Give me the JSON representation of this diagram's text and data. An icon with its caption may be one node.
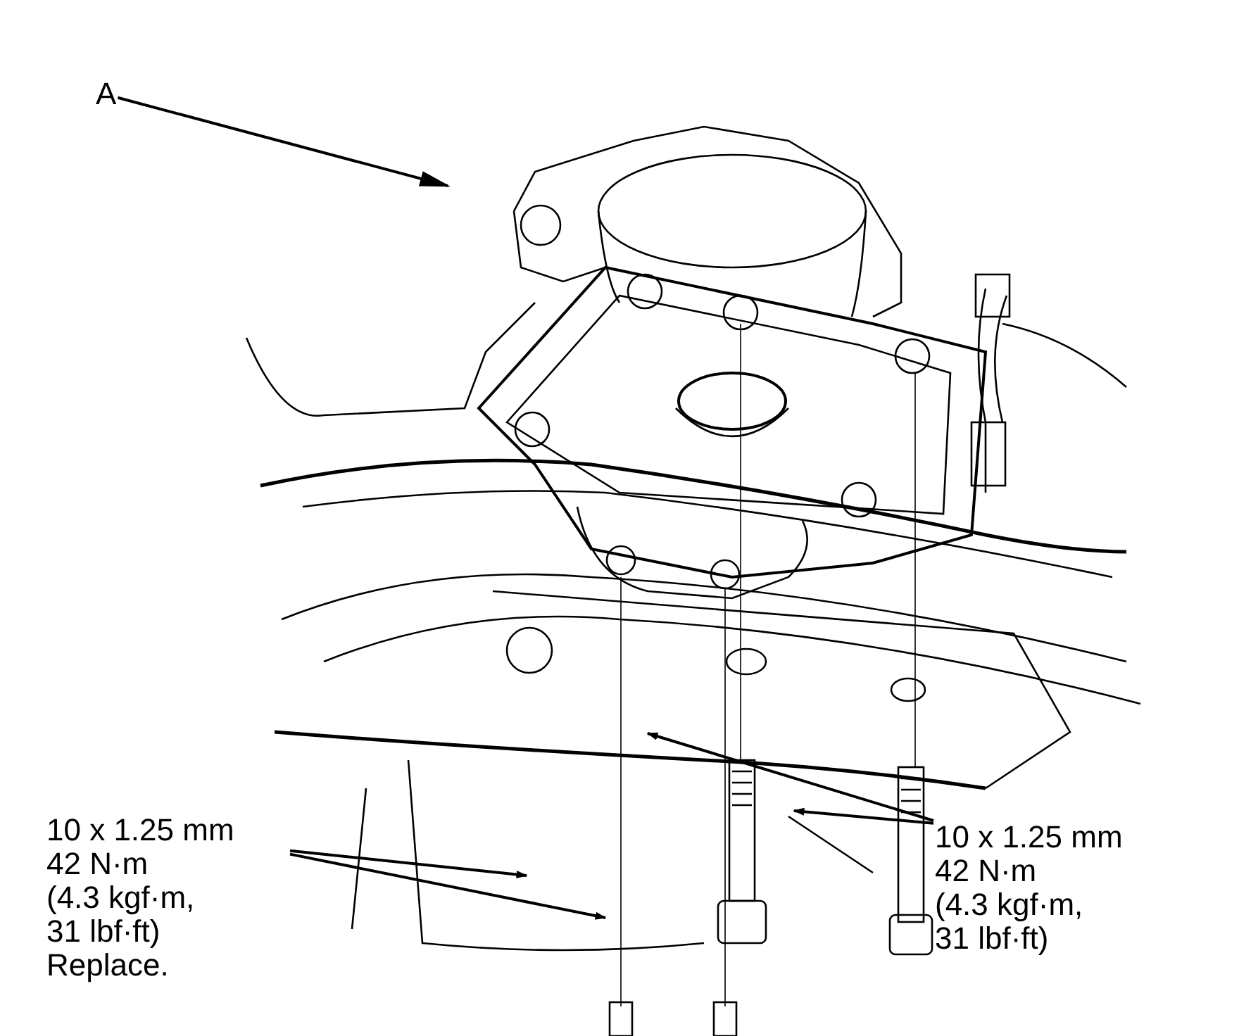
{
  "diagram": {
    "nodes": [
      {
        "text": [
          "A"
        ]
      },
      {
        "text": [
          "10 x 1.25 mm 42 N·m (4.3 kgf·m, 31 lbf·ft) Replace."
        ]
      },
      {
        "text": [
          "10 x 1.25 mm 42 N·m (4.3 kgf·m, 31 lbf·ft)"
        ]
      }
    ],
    "edges": [
      {
        "from": 0,
        "to": null,
        "arrow": "to"
      },
      {
        "from": 1,
        "to": null,
        "arrow": "to"
      },
      {
        "from": 1,
        "to": null,
        "arrow": "to"
      },
      {
        "from": 2,
        "to": null,
        "arrow": "to"
      },
      {
        "from": 2,
        "to": null,
        "arrow": "to"
      }
    ]
  }
}
